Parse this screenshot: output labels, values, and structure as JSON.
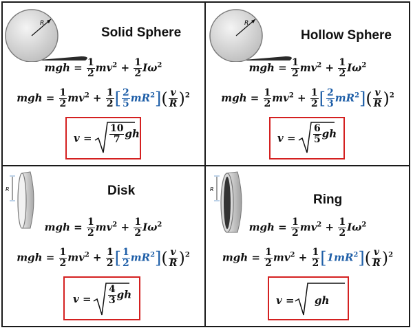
{
  "panels": [
    {
      "title": "Solid Sphere",
      "radius_label": "R",
      "eq1": {
        "lhs": "mgh =",
        "f1": {
          "n": "1",
          "d": "2"
        },
        "t1": "mv",
        "plus": "+",
        "f2": {
          "n": "1",
          "d": "2"
        },
        "t2": "Iω"
      },
      "eq2": {
        "lhs": "mgh =",
        "f1": {
          "n": "1",
          "d": "2"
        },
        "t1": "mv",
        "plus": "+",
        "f2": {
          "n": "1",
          "d": "2"
        },
        "inertia_frac": {
          "n": "2",
          "d": "5"
        },
        "inertia_term": "mR",
        "vr": {
          "n": "v",
          "d": "R"
        }
      },
      "result": {
        "lhs": "v =",
        "frac": {
          "n": "10",
          "d": "7"
        },
        "tail": "gh"
      }
    },
    {
      "title": "Hollow Sphere",
      "radius_label": "R",
      "eq1": {
        "lhs": "mgh =",
        "f1": {
          "n": "1",
          "d": "2"
        },
        "t1": "mv",
        "plus": "+",
        "f2": {
          "n": "1",
          "d": "2"
        },
        "t2": "Iω"
      },
      "eq2": {
        "lhs": "mgh =",
        "f1": {
          "n": "1",
          "d": "2"
        },
        "t1": "mv",
        "plus": "+",
        "f2": {
          "n": "1",
          "d": "2"
        },
        "inertia_frac": {
          "n": "2",
          "d": "3"
        },
        "inertia_term": "mR",
        "vr": {
          "n": "v",
          "d": "R"
        }
      },
      "result": {
        "lhs": "v =",
        "frac": {
          "n": "6",
          "d": "5"
        },
        "tail": "gh"
      }
    },
    {
      "title": "Disk",
      "radius_label": "R",
      "eq1": {
        "lhs": "mgh =",
        "f1": {
          "n": "1",
          "d": "2"
        },
        "t1": "mv",
        "plus": "+",
        "f2": {
          "n": "1",
          "d": "2"
        },
        "t2": "Iω"
      },
      "eq2": {
        "lhs": "mgh =",
        "f1": {
          "n": "1",
          "d": "2"
        },
        "t1": "mv",
        "plus": "+",
        "f2": {
          "n": "1",
          "d": "2"
        },
        "inertia_frac": {
          "n": "1",
          "d": "2"
        },
        "inertia_term": "mR",
        "vr": {
          "n": "v",
          "d": "R"
        }
      },
      "result": {
        "lhs": "v =",
        "frac": {
          "n": "4",
          "d": "3"
        },
        "tail": "gh"
      }
    },
    {
      "title": "Ring",
      "radius_label": "R",
      "eq1": {
        "lhs": "mgh =",
        "f1": {
          "n": "1",
          "d": "2"
        },
        "t1": "mv",
        "plus": "+",
        "f2": {
          "n": "1",
          "d": "2"
        },
        "t2": "Iω"
      },
      "eq2": {
        "lhs": "mgh =",
        "f1": {
          "n": "1",
          "d": "2"
        },
        "t1": "mv",
        "plus": "+",
        "f2": {
          "n": "1",
          "d": "2"
        },
        "inertia_term": "1mR",
        "vr": {
          "n": "v",
          "d": "R"
        }
      },
      "result": {
        "lhs": "v =",
        "tail": "gh"
      }
    }
  ],
  "squared": "2",
  "colors": {
    "highlight": "#1f5fa8",
    "result_box": "#d42020",
    "border": "#1a1a1a"
  }
}
